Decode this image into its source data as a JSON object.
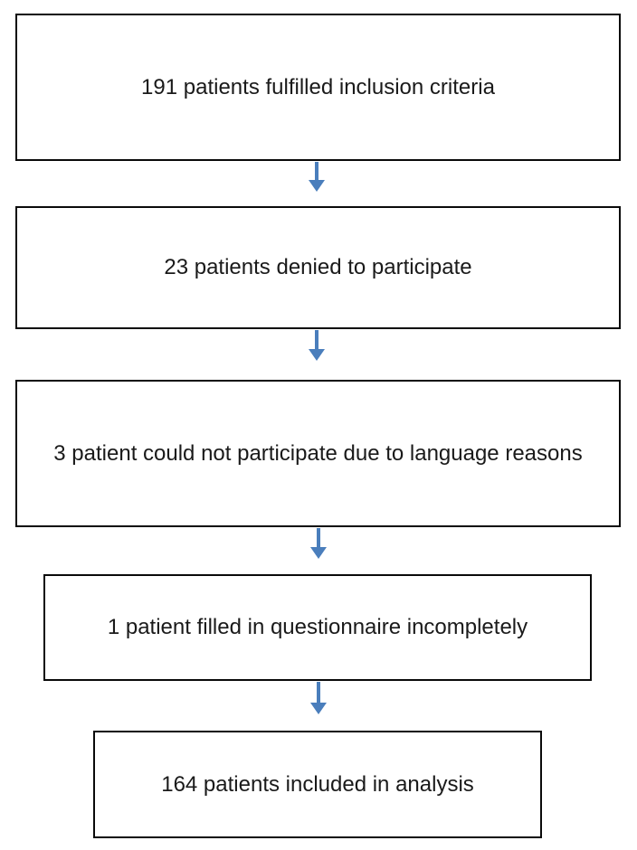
{
  "flowchart": {
    "boxes": [
      {
        "label": "191 patients fulfilled inclusion criteria"
      },
      {
        "label": "23 patients denied to participate"
      },
      {
        "label": "3 patient could not participate due to language reasons"
      },
      {
        "label": "1 patient filled in questionnaire incompletely"
      },
      {
        "label": "164 patients included in analysis"
      }
    ],
    "colors": {
      "box_border": "#0a0a0a",
      "box_background": "#ffffff",
      "text": "#1a1a1a",
      "arrow": "#4a7ebc"
    }
  }
}
